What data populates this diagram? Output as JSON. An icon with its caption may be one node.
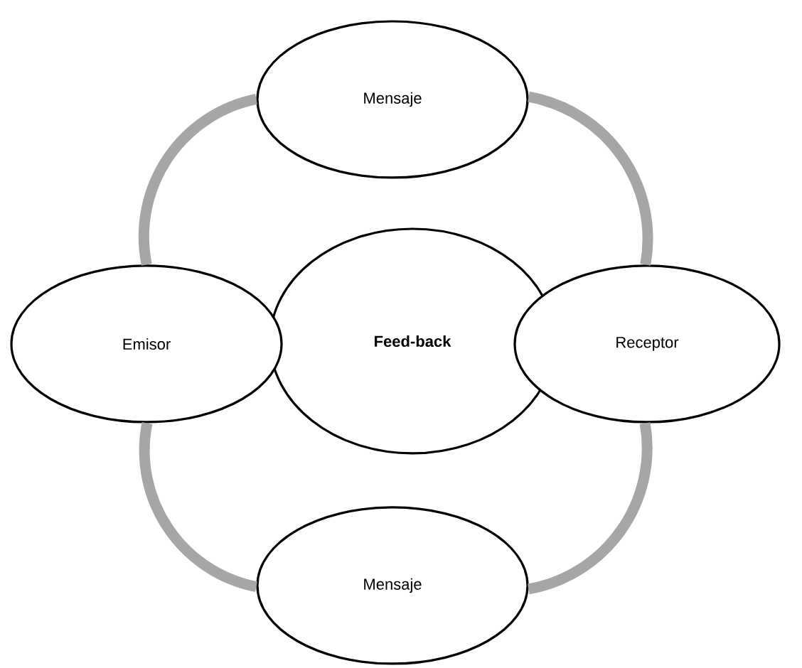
{
  "diagram": {
    "nodes": [
      {
        "text": [
          "Mensaje"
        ]
      },
      {
        "text": [
          "Emisor"
        ]
      },
      {
        "text": [
          "Feed-back"
        ]
      },
      {
        "text": [
          "Receptor"
        ]
      },
      {
        "text": [
          "Mensaje"
        ]
      }
    ],
    "edges": [
      {
        "from": 0,
        "to": 3,
        "arrow": "none"
      },
      {
        "from": 3,
        "to": 4,
        "arrow": "none"
      },
      {
        "from": 4,
        "to": 1,
        "arrow": "none"
      },
      {
        "from": 1,
        "to": 0,
        "arrow": "none"
      }
    ]
  }
}
